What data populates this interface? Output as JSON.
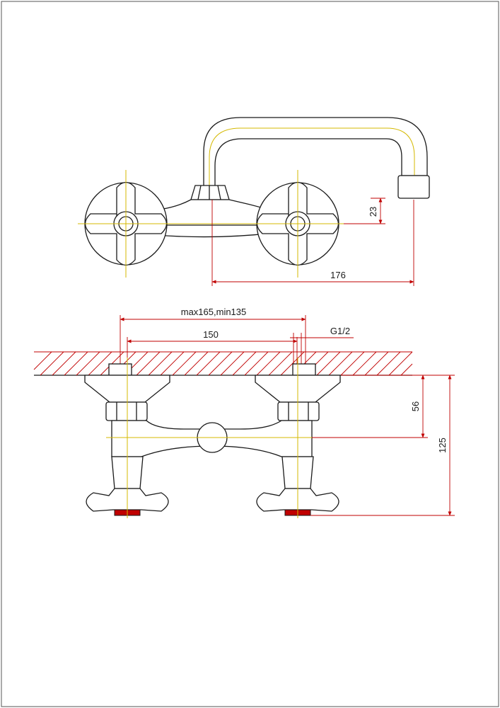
{
  "drawing": {
    "top_view": {
      "dim_spout_height": "23",
      "dim_spout_reach": "176"
    },
    "front_view": {
      "dim_center_range": "max165,min135",
      "dim_center_nominal": "150",
      "dim_thread": "G1/2",
      "dim_wall_to_body": "56",
      "dim_wall_to_handle": "125"
    }
  },
  "colors": {
    "outline": "#1a1a1a",
    "axis": "#d4b800",
    "dimension": "#c00000"
  }
}
